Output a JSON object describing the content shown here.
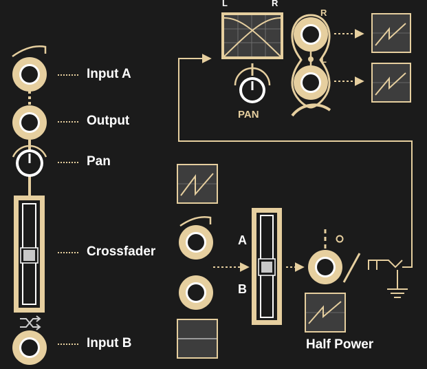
{
  "legend": {
    "input_a": "Input A",
    "output": "Output",
    "pan": "Pan",
    "crossfader": "Crossfader",
    "input_b": "Input B"
  },
  "pan_module": {
    "left": "L",
    "right": "R",
    "pan": "PAN",
    "jack_r": "R",
    "jack_l": "L"
  },
  "crossfader_module": {
    "a": "A",
    "b": "B",
    "half_power": "Half Power"
  },
  "colors": {
    "background": "#1b1b1b",
    "gold": "#e6cf9f",
    "panel": "#3d3d3d",
    "text": "#ffffff"
  },
  "icons": [
    "jack-icon",
    "knob-icon",
    "crossfader-icon",
    "crossfade-icon",
    "sawtooth-icon",
    "switch-icon",
    "ground-icon",
    "arrow-icon"
  ]
}
